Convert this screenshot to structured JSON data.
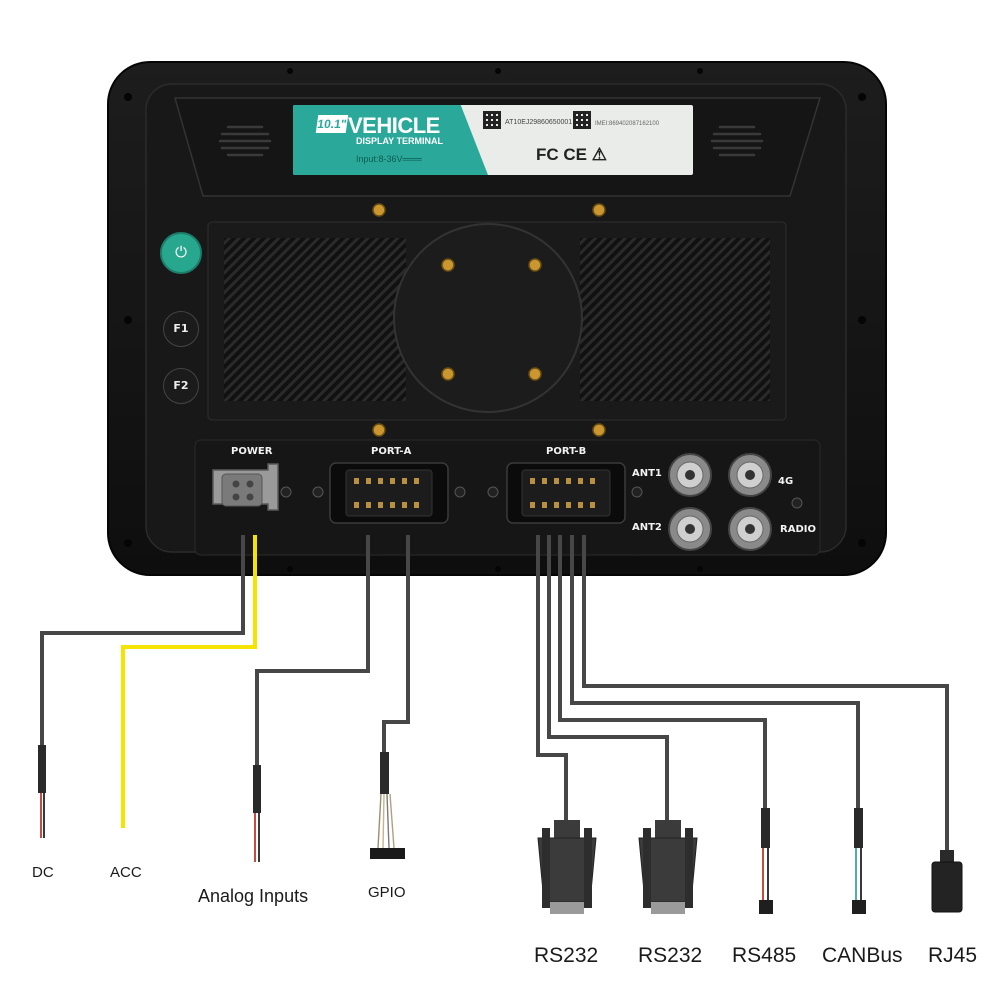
{
  "device": {
    "brand_size": "10.1\"",
    "brand_title": "VEHICLE",
    "brand_subtitle": "DISPLAY TERMINAL",
    "brand_input": "Input:8-36V═══",
    "serial": "AT10EJ29860650001",
    "imei": "IMEI:869402087162100",
    "certifications": "FC CE ⚠",
    "buttons": {
      "power": "⏻",
      "f1": "F1",
      "f2": "F2"
    },
    "ports": {
      "power": "POWER",
      "port_a": "PORT-A",
      "port_b": "PORT-B",
      "ant1": "ANT1",
      "ant2": "ANT2",
      "lte": "4G",
      "radio": "RADIO"
    }
  },
  "cables": {
    "dc": "DC",
    "acc": "ACC",
    "analog": "Analog Inputs",
    "gpio": "GPIO",
    "rs232_a": "RS232",
    "rs232_b": "RS232",
    "rs485": "RS485",
    "canbus": "CANBus",
    "rj45": "RJ45"
  },
  "colors": {
    "housing": "#111111",
    "accent": "#2aa99a",
    "acc_wire": "#f5e400",
    "wire": "#4a4a4a"
  }
}
